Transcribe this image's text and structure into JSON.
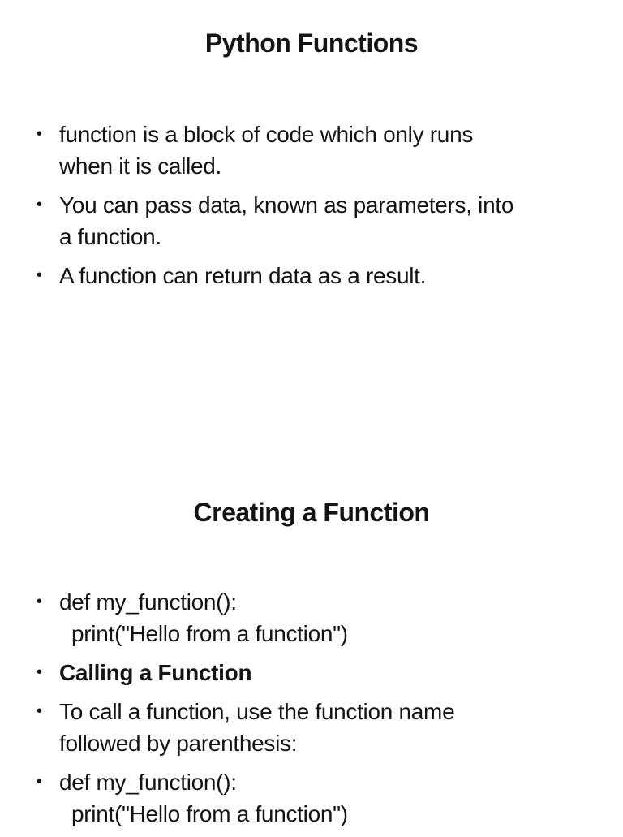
{
  "page": {
    "background_color": "#ffffff",
    "text_color": "#141414"
  },
  "slides": [
    {
      "title": "Python Functions",
      "bullets": [
        {
          "lines": [
            "function is a block of code which only runs",
            "when it is called."
          ]
        },
        {
          "lines": [
            "You can pass data, known as parameters, into",
            "a function."
          ]
        },
        {
          "lines": [
            "A function can return data as a result."
          ]
        }
      ]
    },
    {
      "title": "Creating a Function",
      "bullets": [
        {
          "lines": [
            "def my_function():",
            "print(\"Hello from a function\")"
          ],
          "code_indent": true
        },
        {
          "lines": [
            "Calling a Function"
          ],
          "bold": true
        },
        {
          "lines": [
            "To call a function, use the function name",
            "followed by parenthesis:"
          ]
        },
        {
          "lines": [
            "def my_function():",
            "print(\"Hello from a function\")"
          ],
          "code_indent": true
        }
      ]
    }
  ]
}
